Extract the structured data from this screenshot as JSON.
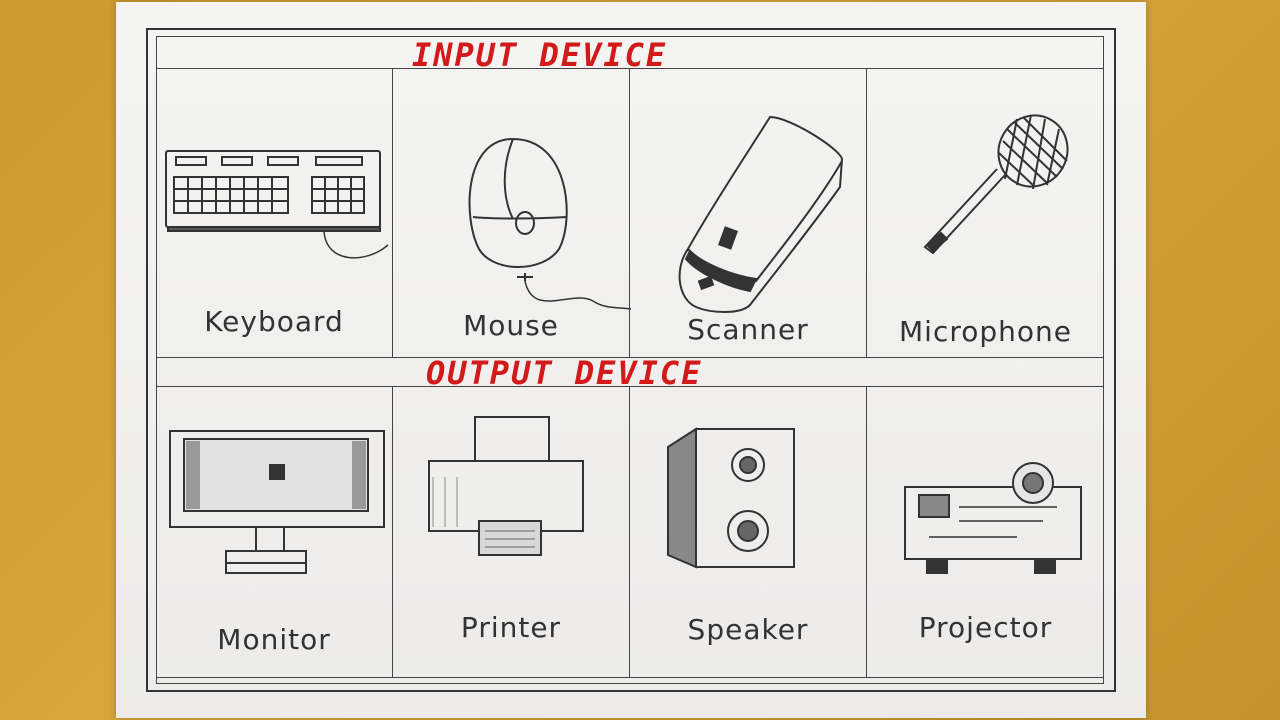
{
  "input_section": {
    "title": "INPUT DEVICE",
    "items": [
      {
        "label": "Keyboard",
        "icon": "keyboard-icon"
      },
      {
        "label": "Mouse",
        "icon": "mouse-icon"
      },
      {
        "label": "Scanner",
        "icon": "scanner-icon"
      },
      {
        "label": "Microphone",
        "icon": "microphone-icon"
      }
    ]
  },
  "output_section": {
    "title": "OUTPUT DEVICE",
    "items": [
      {
        "label": "Monitor",
        "icon": "monitor-icon"
      },
      {
        "label": "Printer",
        "icon": "printer-icon"
      },
      {
        "label": "Speaker",
        "icon": "speaker-icon"
      },
      {
        "label": "Projector",
        "icon": "projector-icon"
      }
    ]
  },
  "colors": {
    "title_red": "#d21a1a",
    "ink": "#333333",
    "paper": "#f0f0ee",
    "table": "#c99a2e"
  }
}
